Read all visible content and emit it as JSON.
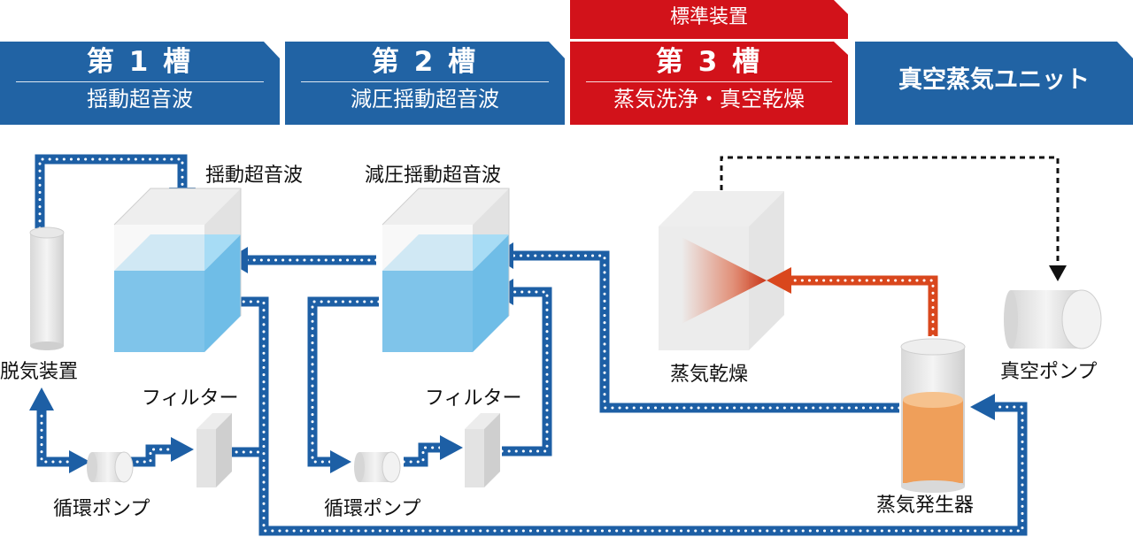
{
  "colors": {
    "blue_header": "#2163a4",
    "red_header": "#d2121a",
    "pipe_blue": "#1d5fa5",
    "pipe_red": "#d9471d",
    "water": "#7fc4ea",
    "steam_liquid": "#ef9f5a"
  },
  "headers": [
    {
      "title": "第 1 槽",
      "subtitle": "揺動超音波"
    },
    {
      "title": "第 2 槽",
      "subtitle": "減圧揺動超音波"
    },
    {
      "tag": "標準装置",
      "title": "第 3 槽",
      "subtitle": "蒸気洗浄・真空乾燥"
    },
    {
      "title": "真空蒸気ユニット"
    }
  ],
  "labels": {
    "tank1": "揺動超音波",
    "tank2": "減圧揺動超音波",
    "degasser": "脱気装置",
    "filter1": "フィルター",
    "filter2": "フィルター",
    "pump1": "循環ポンプ",
    "pump2": "循環ポンプ",
    "steam_dry": "蒸気乾燥",
    "vacuum_pump": "真空ポンプ",
    "steam_generator": "蒸気発生器"
  }
}
